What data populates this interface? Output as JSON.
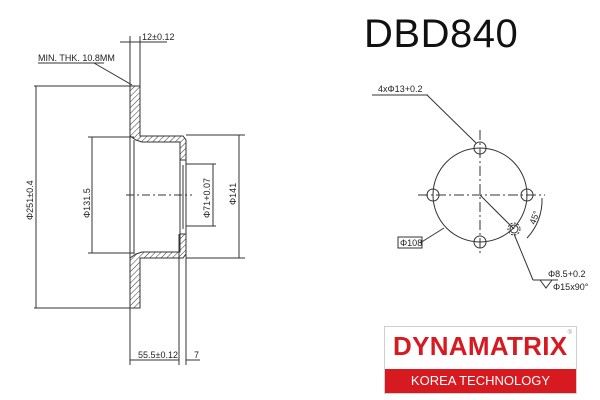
{
  "title": "DBD840",
  "side_view": {
    "min_thickness_label": "MIN. THK. 10.8MM",
    "disc_thickness": "12±0.12",
    "outer_diameter": "Φ251±0.4",
    "inner_hat_diameter": "Φ131.5",
    "center_bore": "Φ71+0.07",
    "hat_diameter": "Φ141",
    "total_height": "55.5±0.12",
    "hat_flange": "7"
  },
  "front_view": {
    "bolt_holes": "4xΦ13+0.2",
    "pitch_circle": "Φ108",
    "angle": "45°",
    "small_hole": "Φ8.5+0.2",
    "countersink": "Φ15x90°"
  },
  "logo": {
    "brand": "DYNAMATRIX",
    "registered": "®",
    "tagline": "KOREA TECHNOLOGY",
    "color": "#d71920"
  }
}
